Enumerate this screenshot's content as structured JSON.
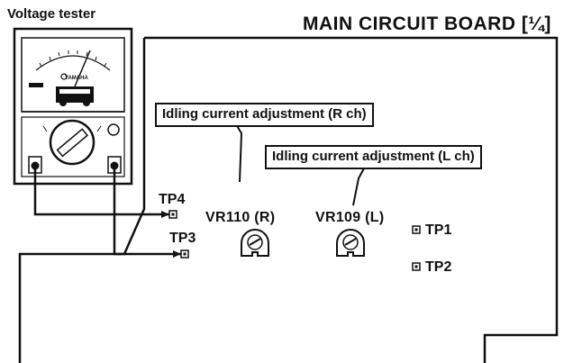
{
  "tester": {
    "title": "Voltage tester",
    "brand": "YAMAHA"
  },
  "board": {
    "title": "MAIN CIRCUIT BOARD [¼]"
  },
  "callouts": {
    "r_ch": "Idling current adjustment (R ch)",
    "l_ch": "Idling current adjustment (L ch)"
  },
  "controls": {
    "vr110": "VR110 (R)",
    "vr109": "VR109 (L)"
  },
  "test_points": {
    "tp1": "TP1",
    "tp2": "TP2",
    "tp3": "TP3",
    "tp4": "TP4"
  }
}
